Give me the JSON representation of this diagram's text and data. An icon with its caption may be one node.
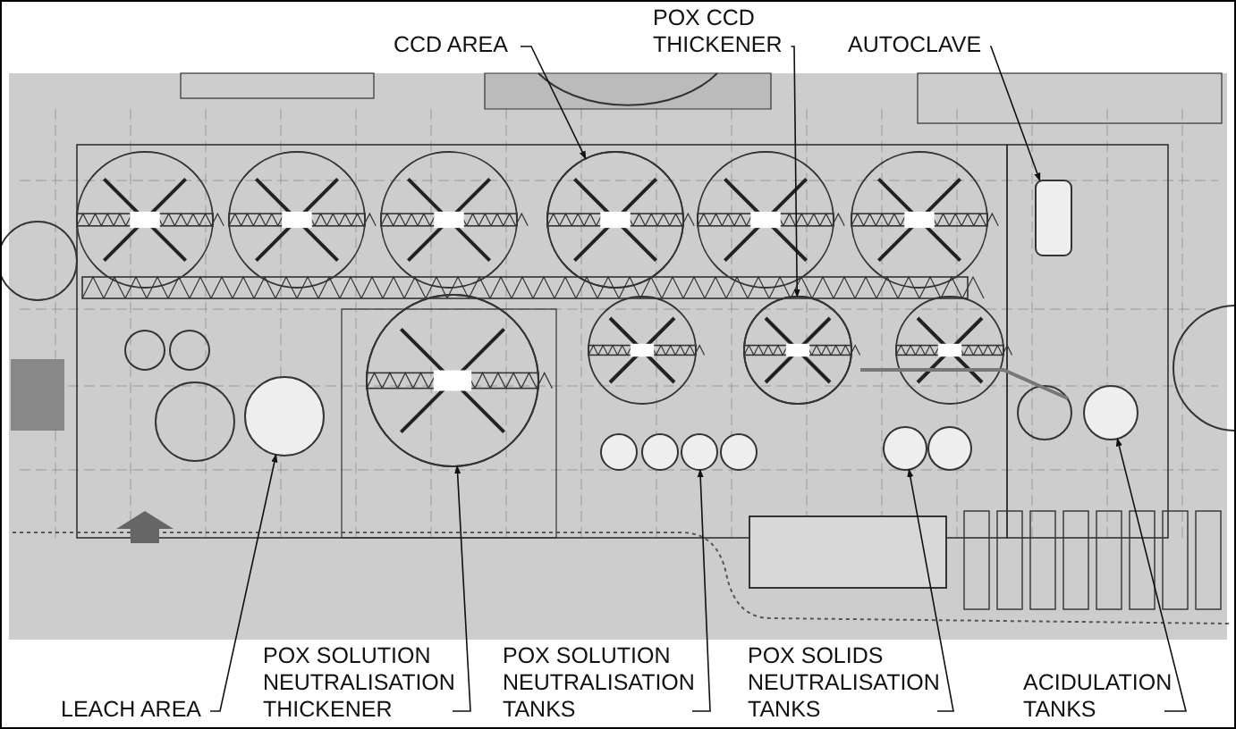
{
  "diagram": {
    "nodes": [
      {
        "text": [
          "CCD AREA"
        ]
      },
      {
        "text": [
          "POX CCD THICKENER"
        ]
      },
      {
        "text": [
          "AUTOCLAVE"
        ]
      },
      {
        "text": [
          "LEACH AREA"
        ]
      },
      {
        "text": [
          "POX SOLUTION NEUTRALISATION THICKENER"
        ]
      },
      {
        "text": [
          "POX SOLUTION NEUTRALISATION TANKS"
        ]
      },
      {
        "text": [
          "POX SOLIDS NEUTRALISATION TANKS"
        ]
      },
      {
        "text": [
          "ACIDULATION TANKS"
        ]
      },
      {
        "text": [],
        "shape": "circle"
      },
      {
        "text": [],
        "shape": "circle"
      },
      {
        "text": [],
        "shape": "box"
      },
      {
        "text": [],
        "shape": "circle"
      },
      {
        "text": [],
        "shape": "circle"
      },
      {
        "text": [],
        "shape": "circle"
      },
      {
        "text": [],
        "shape": "circle"
      },
      {
        "text": [],
        "shape": "circle"
      }
    ],
    "edges": [
      {
        "from": 0,
        "to": 8,
        "arrow": "to"
      },
      {
        "from": 1,
        "to": 9,
        "arrow": "to"
      },
      {
        "from": 2,
        "to": 10,
        "arrow": "to"
      },
      {
        "from": 3,
        "to": 11,
        "arrow": "to"
      },
      {
        "from": 4,
        "to": 12,
        "arrow": "to"
      },
      {
        "from": 5,
        "to": 13,
        "arrow": "to"
      },
      {
        "from": 6,
        "to": 14,
        "arrow": "to"
      },
      {
        "from": 7,
        "to": 15,
        "arrow": "to"
      }
    ]
  }
}
